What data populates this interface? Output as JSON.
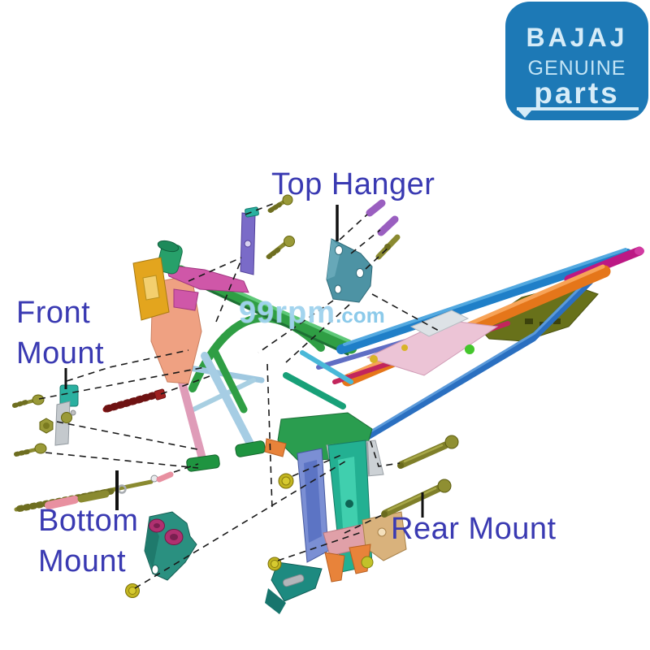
{
  "page": {
    "background": "#ffffff"
  },
  "logo": {
    "brand": "BAJAJ",
    "genuine": "GENUINE",
    "parts": "parts",
    "bg_color": "#1d79b6",
    "text_color": "#d6ecf8"
  },
  "watermark": {
    "name": "99rpm",
    "tld": ".com",
    "color": "#7fc4e8"
  },
  "labels": {
    "color": "#3a3ab2",
    "top_hanger": "Top Hanger",
    "front_mount_1": "Front",
    "front_mount_2": "Mount",
    "bottom_mount_1": "Bottom",
    "bottom_mount_2": "Mount",
    "rear_mount": "Rear Mount"
  },
  "palette": {
    "frame_green": "#2f9e44",
    "frame_blue": "#1f7fc8",
    "frame_orange": "#e5761a",
    "frame_magenta": "#bc1884",
    "frame_olive_plate": "#68711a",
    "hardware_olive": "#8a8a30",
    "hanger_bracket_teal": "#4d93a4",
    "mount_bracket_teal": "#2a9080",
    "bushing_magenta": "#b03070",
    "rod_dark_red": "#9e1f1f",
    "label_blue": "#3a3ab2"
  }
}
